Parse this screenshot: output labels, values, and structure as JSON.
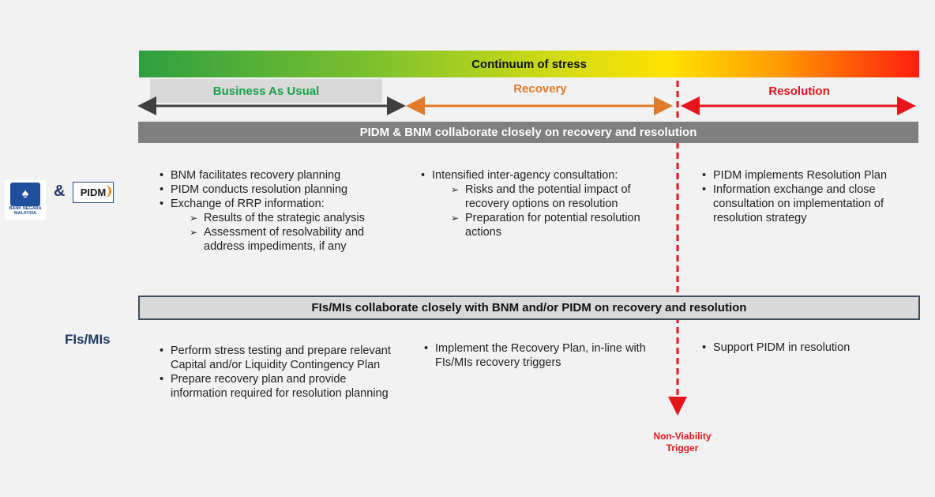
{
  "stress_bar": {
    "title": "Continuum of stress"
  },
  "phases": {
    "bau": "Business As Usual",
    "recovery": "Recovery",
    "resolution": "Resolution"
  },
  "colors": {
    "bau": "#1aa14a",
    "recovery": "#e07b2a",
    "resolution": "#e8141c",
    "bau_arrow": "#404040",
    "trigger_line": "#e8141c"
  },
  "banners": {
    "pidm_bnm": "PIDM & BNM collaborate closely on recovery and resolution",
    "fis_mis": "FIs/MIs collaborate closely with BNM and/or PIDM on recovery and resolution"
  },
  "logos": {
    "bnm_line1": "BANK NEGARA",
    "bnm_line2": "MALAYSIA",
    "ampersand": "&",
    "pidm": "PIDM"
  },
  "row_labels": {
    "fis_mis": "FIs/MIs"
  },
  "pidm_bnm": {
    "bau": {
      "b1": "BNM facilitates recovery planning",
      "b2": "PIDM conducts resolution planning",
      "b3": "Exchange of RRP information:",
      "b3_s1": "Results of the strategic analysis",
      "b3_s2": "Assessment of resolvability and address impediments, if any"
    },
    "recovery": {
      "b1": "Intensified inter-agency consultation:",
      "b1_s1": "Risks and the potential impact of recovery options on resolution",
      "b1_s2": "Preparation for potential resolution actions"
    },
    "resolution": {
      "b1": "PIDM implements Resolution Plan",
      "b2": "Information exchange and close consultation on implementation of resolution strategy"
    }
  },
  "fis_mis": {
    "bau": {
      "b1": "Perform stress testing and prepare relevant Capital and/or Liquidity Contingency Plan",
      "b2": "Prepare recovery plan and provide information required for resolution planning"
    },
    "recovery": {
      "b1": "Implement the Recovery Plan, in-line with FIs/MIs recovery triggers"
    },
    "resolution": {
      "b1": "Support PIDM in resolution"
    }
  },
  "trigger": {
    "line1": "Non-Viability",
    "line2": "Trigger"
  }
}
